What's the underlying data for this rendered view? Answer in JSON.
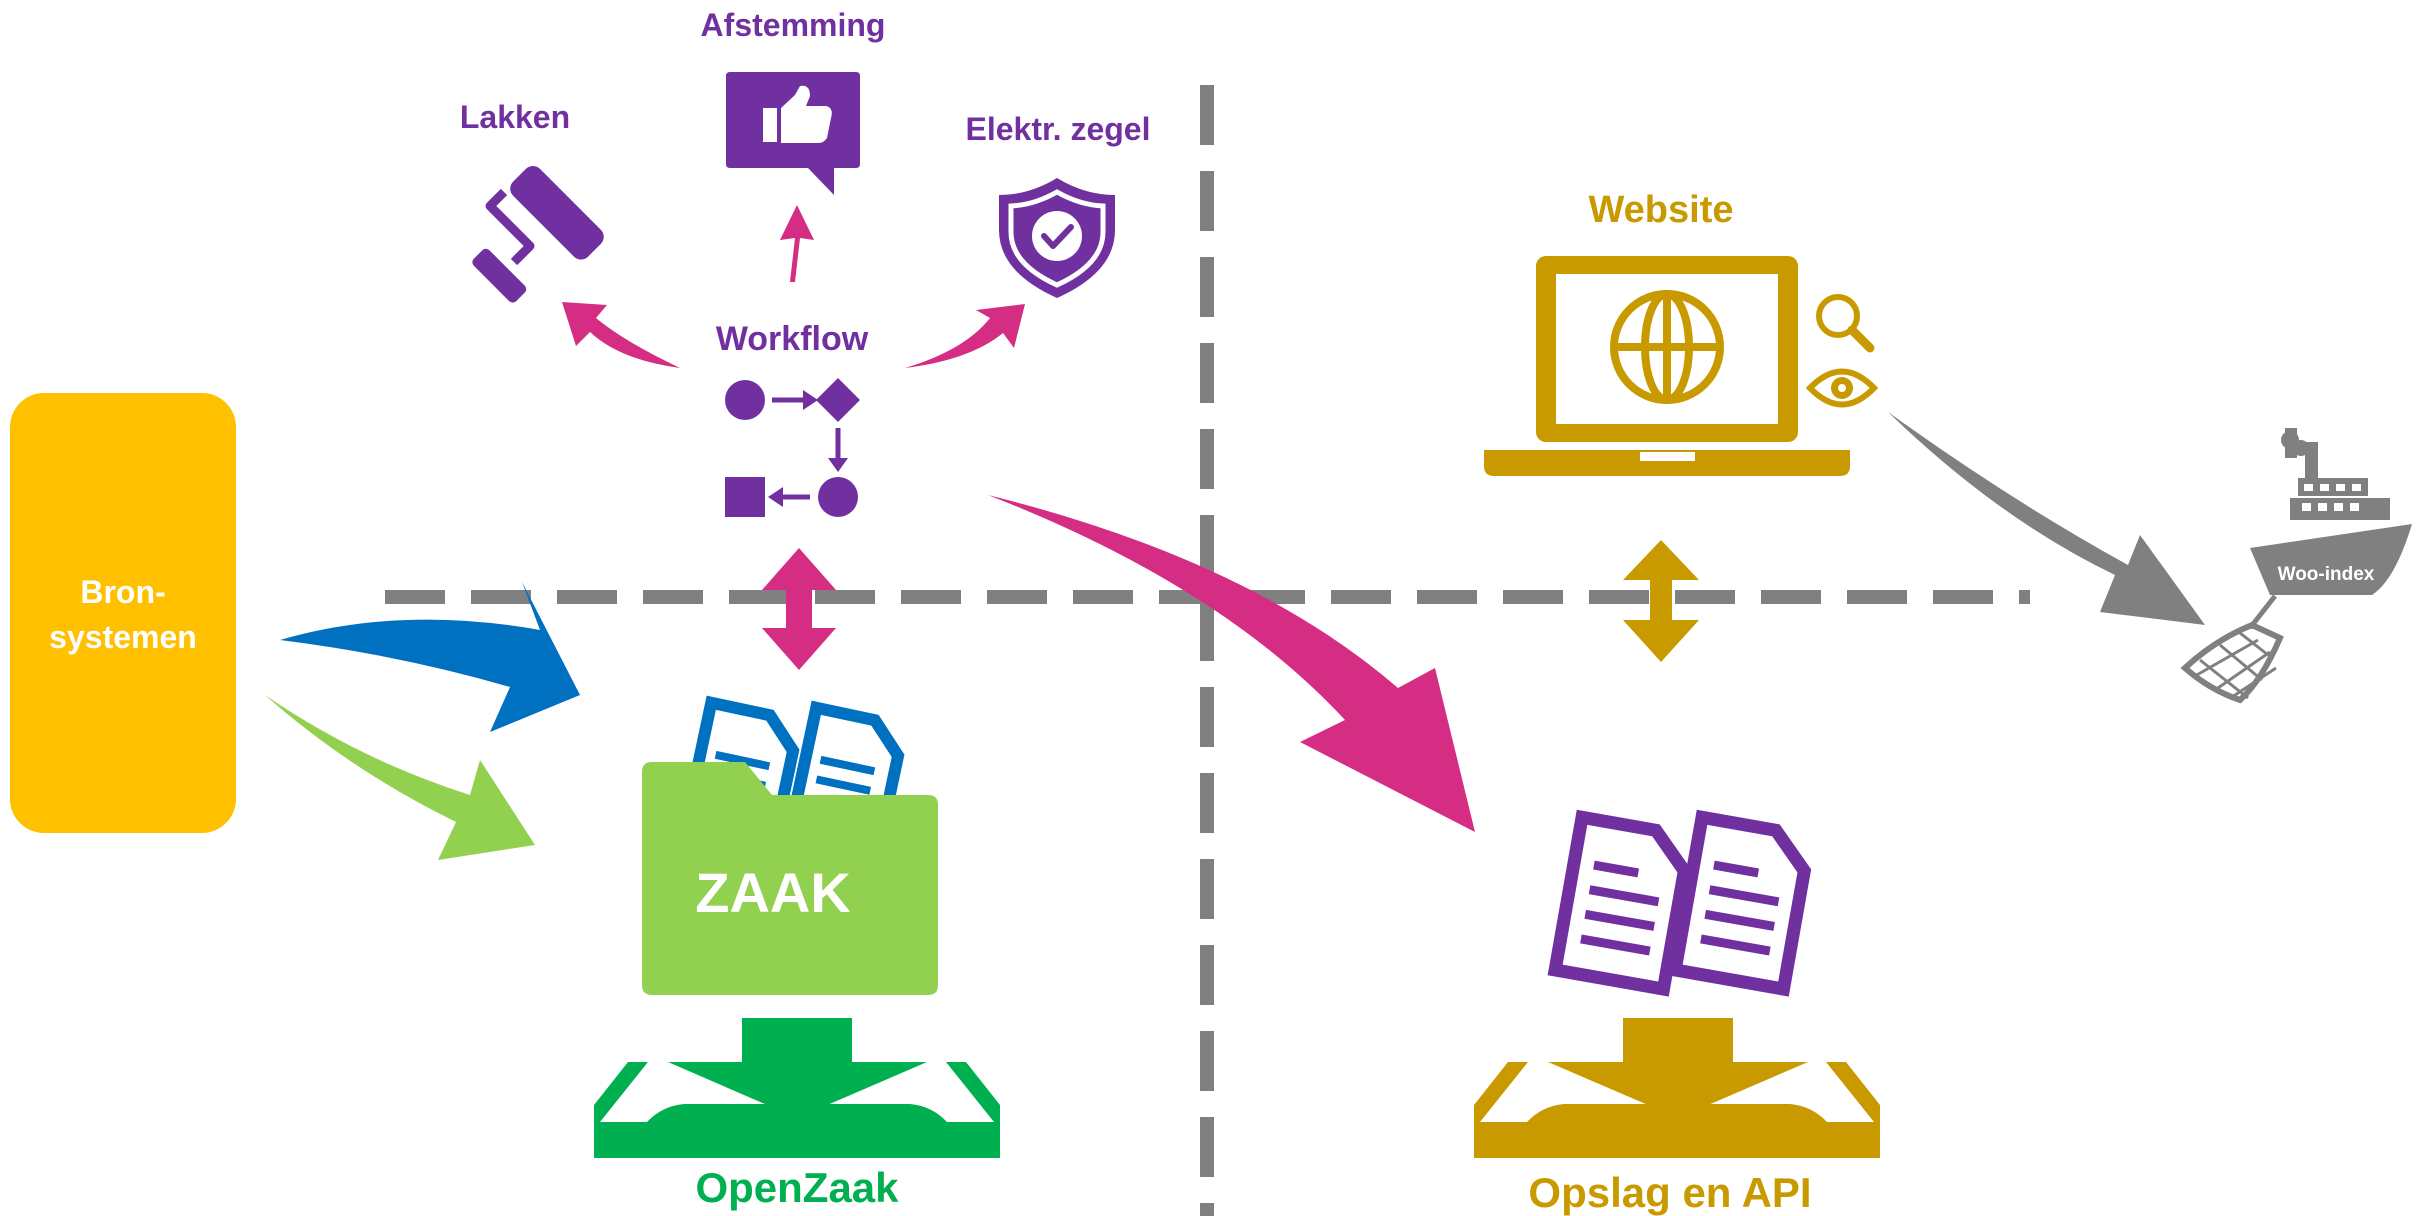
{
  "labels": {
    "afstemming": "Afstemming",
    "lakken": "Lakken",
    "zegel": "Elektr. zegel",
    "workflow": "Workflow",
    "website": "Website",
    "bron_line1": "Bron-",
    "bron_line2": "systemen",
    "zaak": "ZAAK",
    "openzaak": "OpenZaak",
    "opslag": "Opslag en API",
    "woo": "Woo-index"
  },
  "icons": {
    "afstemming": "thumbs-up-speech-bubble-icon",
    "lakken": "paint-roller-icon",
    "zegel": "shield-check-icon",
    "workflow": "workflow-flowchart-icon",
    "website": "laptop-globe-icon",
    "search": "magnifier-icon",
    "view": "eye-icon",
    "zaak": "folder-documents-icon",
    "openzaak": "download-tray-icon",
    "opslag": "documents-tray-icon",
    "woo": "ship-net-icon"
  },
  "colors": {
    "purple": "#7030A0",
    "magenta": "#D42D83",
    "gold": "#C99A00",
    "yellow": "#FFC000",
    "green": "#92D050",
    "dark_green": "#00B050",
    "blue": "#0070C0",
    "gray": "#808080"
  }
}
